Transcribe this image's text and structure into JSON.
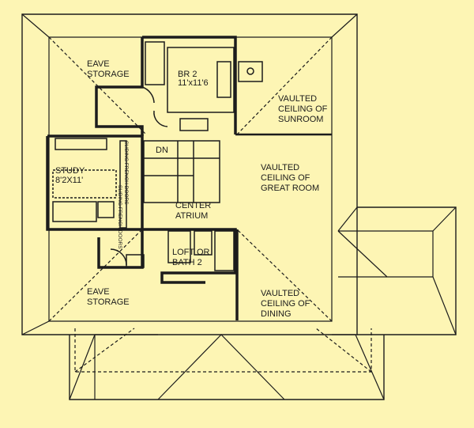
{
  "floor_plan": {
    "rooms": {
      "eave_storage_top": [
        "EAVE",
        "STORAGE"
      ],
      "br2": [
        "BR 2",
        "11'x11'6"
      ],
      "vaulted_sunroom": [
        "VAULTED",
        "CEILING OF",
        "SUNROOM"
      ],
      "study": [
        "STUDY",
        "8'2X11'"
      ],
      "stair_dn": "DN",
      "vaulted_great_room": [
        "VAULTED",
        "CEILING OF",
        "GREAT ROOM"
      ],
      "center_atrium": [
        "CENTER",
        "ATRIUM"
      ],
      "loft_bath": [
        "LOFT OR",
        "BATH 2"
      ],
      "eave_storage_bottom": [
        "EAVE",
        "STORAGE"
      ],
      "vaulted_dining": [
        "VAULTED",
        "CEILING OF",
        "DINING"
      ]
    },
    "notes": {
      "study_doors": "SLIDING FRENCH DOORS",
      "study_doors_vertical": "SLIDING FRENCH DOORS"
    },
    "colors": {
      "background": "#fdf5b4",
      "line": "#1c1c1c"
    }
  }
}
